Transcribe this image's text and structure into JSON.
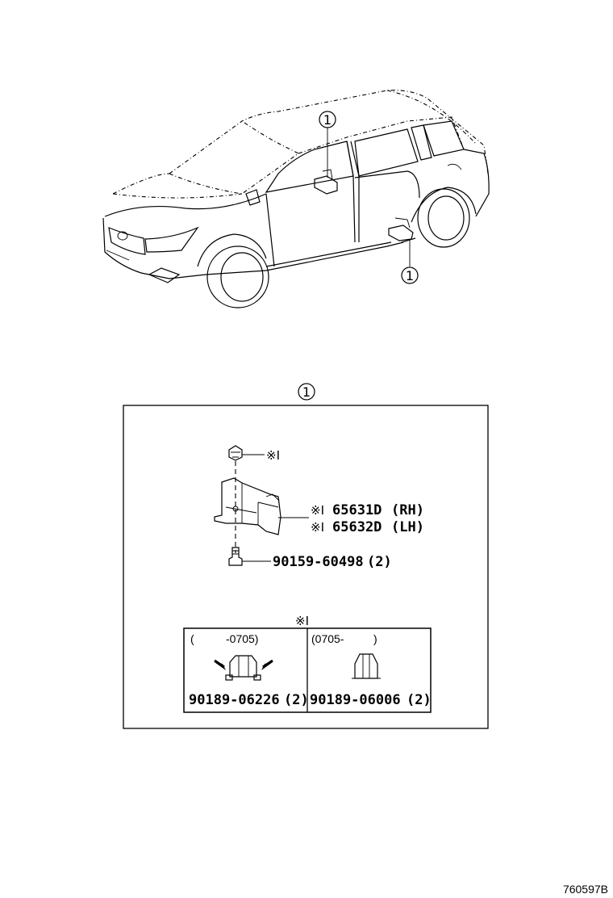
{
  "callouts": {
    "door": "1",
    "sill": "1",
    "detail": "1"
  },
  "detail": {
    "clip_note": "※I",
    "parts": [
      {
        "note": "※I",
        "number": "65631D",
        "side": "(RH)"
      },
      {
        "note": "※I",
        "number": "65632D",
        "side": "(LH)"
      }
    ],
    "screw": {
      "number": "90159-60498",
      "qty": "(2)"
    }
  },
  "clip_table": {
    "note": "※I",
    "columns": [
      {
        "range_open": "(",
        "range_value": "-0705)",
        "part": "90189-06226",
        "qty": "(2)"
      },
      {
        "range_open": "(0705-",
        "range_value": ")",
        "part": "90189-06006",
        "qty": "(2)"
      }
    ]
  },
  "drawing_code": "760597B"
}
